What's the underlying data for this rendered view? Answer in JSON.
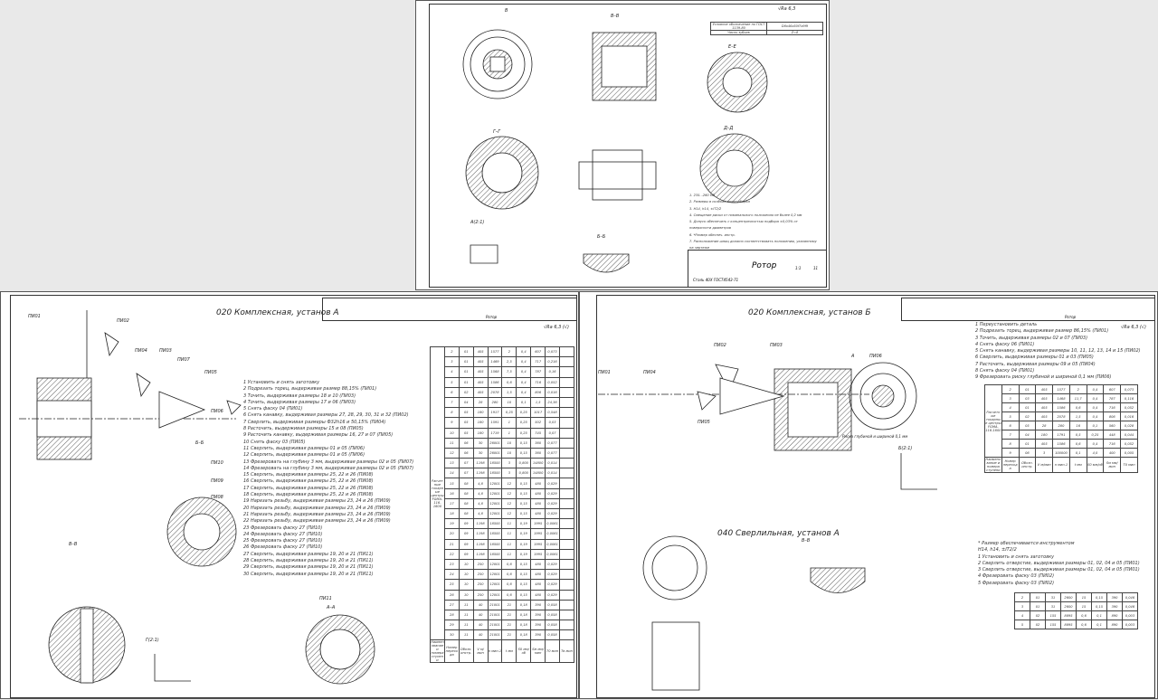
{
  "top_sheet": {
    "title": "Ротор",
    "material": "Сталь 40Х ГОСТ4543-71",
    "sheet_info": [
      "1:1",
      "11"
    ],
    "roughness": "√Ra 6,3",
    "param_table": [
      [
        "Условное обозначение по ГОСТ 1139-80",
        "D8x46x50f7x9f9"
      ],
      [
        "Число зубьев",
        "Z=8"
      ]
    ],
    "sections": [
      "В",
      "В–В",
      "Е–Е",
      "Г–Г",
      "Д–Д",
      "А(2:1)",
      "Б–Б"
    ],
    "notes": [
      "1. 235...260 НВ",
      "2. Размеры в скобках после сборки",
      "3. Н14, h14, ±IT2/2",
      "4. Смещение риски от номинального положения не более 0,2 мм",
      "5. Допуск обеспечить с концентричностью подбора ±0,03% от",
      "поверхности диаметров",
      "6. *Размер обеспеч. инстр.",
      "7. Расположение шпиц должно соответствовать положению, указанному",
      "на чертеже"
    ]
  },
  "left_sheet": {
    "title": "020 Комплексная, установ А",
    "stamp_name": "Ротор",
    "roughness": "√Ra 6,3 (√)",
    "sections": [
      "Б–Б",
      "В–В",
      "Г(2:1)",
      "А–А"
    ],
    "tool_labels": [
      "ПИ01",
      "ПИ02",
      "ПИ03",
      "ПИ04",
      "ПИ05",
      "ПИ06",
      "ПИ07",
      "ПИ08",
      "ПИ09",
      "ПИ10",
      "ПИ11"
    ],
    "operations": [
      "1 Установить и снять заготовку",
      "2 Подрезать торец, выдерживая размер 88,15% (ПИ01)",
      "3 Точить, выдерживая размеры 18 и 10 (ПИ03)",
      "4 Точить, выдерживая размеры 17 и 06 (ПИ03)",
      "5 Снять фаску 04 (ПИ01)",
      "6 Снять канавку, выдерживая размеры 27, 28, 29, 30, 31 и 32 (ПИ02)",
      "7 Сверлить, выдерживая размеры Ф32h16 и 50,15% (ПИ04)",
      "8 Расточить, выдерживая размеры 15 и 08 (ПИ05)",
      "9 Расточить канавку, выдерживая размеры 16, 27 и 07 (ПИ05)",
      "10 Снять фаску 03 (ПИ05)",
      "11 Сверлить, выдерживая размеры 01 и 05 (ПИ06)",
      "12 Сверлить, выдерживая размеры 01 и 05 (ПИ06)",
      "13 Фрезеровать на глубину 3 мм, выдерживая размеры 02 и 05 (ПИ07)",
      "14 Фрезеровать на глубину 3 мм, выдерживая размеры 02 и 05 (ПИ07)",
      "15 Сверлить, выдерживая размеры 25, 22 и 26 (ПИ08)",
      "16 Сверлить, выдерживая размеры 25, 22 и 26 (ПИ08)",
      "17 Сверлить, выдерживая размеры 25, 22 и 26 (ПИ08)",
      "18 Сверлить, выдерживая размеры 25, 22 и 26 (ПИ08)",
      "19 Нарезать резьбу, выдерживая размеры 23, 24 и 26 (ПИ09)",
      "20 Нарезать резьбу, выдерживая размеры 23, 24 и 26 (ПИ09)",
      "21 Нарезать резьбу, выдерживая размеры 23, 24 и 26 (ПИ09)",
      "22 Нарезать резьбу, выдерживая размеры 23, 24 и 26 (ПИ09)",
      "23 Фрезеровать фаску 27 (ПИ10)",
      "24 Фрезеровать фаску 27 (ПИ10)",
      "25 Фрезеровать фаску 27 (ПИ10)",
      "26 Фрезеровать фаску 27 (ПИ10)",
      "27 Сверлить, выдерживая размеры 19, 20 и 21 (ПИ11)",
      "28 Сверлить, выдерживая размеры 19, 20 и 21 (ПИ11)",
      "29 Сверлить, выдерживая размеры 19, 20 и 21 (ПИ11)",
      "30 Сверлить, выдерживая размеры 19, 20 и 21 (ПИ11)"
    ],
    "table_side_label": "Расчетные токарные центры FGMA-116-1600",
    "table_footer": [
      "Наименование и номера ступени",
      "Номер перехода",
      "Обозн. инстр.",
      "V м/мин",
      "n мин-1",
      "t мм",
      "S0 мм/об",
      "Sм мм/мин",
      "T0 мин",
      "Tв мин"
    ],
    "table_rows": [
      [
        "2",
        "01",
        "405",
        "1577",
        "2",
        "0,4",
        "607",
        "0,073"
      ],
      [
        "3",
        "01",
        "405",
        "1469",
        "2,5",
        "0,4",
        "717",
        "0,216"
      ],
      [
        "4",
        "01",
        "405",
        "1568",
        "7,5",
        "0,4",
        "787",
        "0,16"
      ],
      [
        "5",
        "01",
        "405",
        "1586",
        "0,6",
        "0,4",
        "716",
        "0,052"
      ],
      [
        "6",
        "02",
        "405",
        "2078",
        "1,5",
        "0,4",
        "806",
        "0,016"
      ],
      [
        "7",
        "04",
        "28",
        "280",
        "10",
        "0,1",
        "1,5",
        "24,36"
      ],
      [
        "8",
        "05",
        "180",
        "1917",
        "0,25",
        "0,25",
        "1017",
        "0,548"
      ],
      [
        "9",
        "05",
        "180",
        "1591",
        "1",
        "0,25",
        "502",
        "0,03"
      ],
      [
        "10",
        "05",
        "180",
        "1719",
        "1",
        "0,25",
        "745",
        "0,07"
      ],
      [
        "11",
        "06",
        "30",
        "26001",
        "10",
        "0,15",
        "360",
        "0,077"
      ],
      [
        "12",
        "06",
        "30",
        "26001",
        "10",
        "0,15",
        "360",
        "0,077"
      ],
      [
        "13",
        "07",
        "1198",
        "18500",
        "3",
        "0,800",
        "14800",
        "0,014"
      ],
      [
        "14",
        "07",
        "1198",
        "18500",
        "3",
        "0,800",
        "14800",
        "0,014"
      ],
      [
        "15",
        "08",
        "4,8",
        "12001",
        "12",
        "0,15",
        "480",
        "0,029"
      ],
      [
        "16",
        "08",
        "4,8",
        "12001",
        "12",
        "0,15",
        "480",
        "0,029"
      ],
      [
        "17",
        "08",
        "4,8",
        "12001",
        "12",
        "0,15",
        "480",
        "0,029"
      ],
      [
        "18",
        "08",
        "4,8",
        "12001",
        "12",
        "0,15",
        "480",
        "0,029"
      ],
      [
        "19",
        "09",
        "1198",
        "18500",
        "11",
        "0,19",
        "1995",
        "0,0061"
      ],
      [
        "20",
        "09",
        "1198",
        "18500",
        "11",
        "0,19",
        "1995",
        "0,0061"
      ],
      [
        "21",
        "09",
        "1198",
        "18500",
        "11",
        "0,19",
        "1995",
        "0,0061"
      ],
      [
        "22",
        "09",
        "1198",
        "18500",
        "11",
        "0,19",
        "1995",
        "0,0061"
      ],
      [
        "23",
        "10",
        "250",
        "12001",
        "0,6",
        "0,15",
        "480",
        "0,029"
      ],
      [
        "24",
        "10",
        "250",
        "12001",
        "0,6",
        "0,15",
        "480",
        "0,029"
      ],
      [
        "25",
        "10",
        "250",
        "12001",
        "0,6",
        "0,15",
        "480",
        "0,029"
      ],
      [
        "26",
        "10",
        "250",
        "12001",
        "0,6",
        "0,15",
        "480",
        "0,029"
      ],
      [
        "27",
        "11",
        "40",
        "21001",
        "21",
        "0,18",
        "390",
        "0,058"
      ],
      [
        "28",
        "11",
        "40",
        "21001",
        "21",
        "0,18",
        "390",
        "0,058"
      ],
      [
        "29",
        "11",
        "40",
        "21001",
        "21",
        "0,18",
        "390",
        "0,058"
      ],
      [
        "30",
        "11",
        "40",
        "21001",
        "21",
        "0,18",
        "390",
        "0,058"
      ]
    ]
  },
  "right_sheet": {
    "title": "020 Комплексная, установ Б",
    "title2": "040 Сверлильная, установ А",
    "stamp_name": "Ротор",
    "roughness": "√Ra 6,3 (√)",
    "sections": [
      "А",
      "Б(2:1)",
      "В–В"
    ],
    "tool_labels": [
      "ПИ01",
      "ПИ02",
      "ПИ03",
      "ПИ04",
      "ПИ05",
      "ПИ06"
    ],
    "note_risk": "Риска глубиной и шириной 0,1 мм",
    "operations": [
      "1 Переустановить деталь",
      "2 Подрезать торец, выдерживая размер 86,15% (ПИ01)",
      "3 Точить, выдерживая размеры 02 и 07 (ПИ03)",
      "4 Снять фаску 06 (ПИ01)",
      "5 Снять канавку, выдерживая размеры 10, 11, 12, 13, 14 и 15 (ПИ02)",
      "6 Сверлить, выдерживая размеры 01 и 03 (ПИ05)",
      "7 Расточить, выдерживая размеры 09 и 05 (ПИ04)",
      "8 Снять фаску 04 (ПИ01)",
      "9 Фрезеровать риску глубиной и шириной 0,1 мм (ПИ06)"
    ],
    "operations2": [
      "* Размер обеспечивается инструментом",
      "Н14, h14, ±IT2/2",
      "1 Установить и снять заготовку",
      "2 Сверлить отверстие, выдерживая размеры 01, 02, 04 и 05 (ПИ01)",
      "3 Сверлить отверстие, выдерживая размеры 01, 02, 04 и 05 (ПИ01)",
      "4 Фрезеровать фаску 03 (ПИ02)",
      "5 Фрезеровать фаску 03 (ПИ02)"
    ],
    "table_side_label": "Расчетные токарные центры FGMA-116-1600",
    "table_footer": [
      "Наименование и номера ступени",
      "Номер перехода",
      "Обозн. инстр.",
      "V м/мин",
      "n мин-1",
      "t мм",
      "S0 мм/об",
      "Sм мм/мин",
      "T0 мин"
    ],
    "table_rows": [
      [
        "2",
        "01",
        "405",
        "1577",
        "2",
        "0,4",
        "607",
        "0,073"
      ],
      [
        "3",
        "03",
        "405",
        "1468",
        "11,7",
        "0,4",
        "787",
        "0,116"
      ],
      [
        "4",
        "01",
        "405",
        "1586",
        "0,6",
        "0,4",
        "716",
        "0,052"
      ],
      [
        "5",
        "02",
        "405",
        "2078",
        "1,5",
        "0,4",
        "806",
        "0,016"
      ],
      [
        "6",
        "05",
        "28",
        "280",
        "16",
        "0,1",
        "560",
        "0,028"
      ],
      [
        "7",
        "04",
        "180",
        "1791",
        "0,5",
        "0,25",
        "448",
        "0,044"
      ],
      [
        "8",
        "01",
        "405",
        "1586",
        "0,6",
        "0,4",
        "716",
        "0,052"
      ],
      [
        "9",
        "06",
        "3",
        "100000",
        "0,1",
        "4,0",
        "400",
        "0,005"
      ]
    ],
    "table2_rows": [
      [
        "2",
        "01",
        "31",
        "2600",
        "15",
        "0,15",
        "390",
        "0,046"
      ],
      [
        "3",
        "01",
        "31",
        "2600",
        "15",
        "0,15",
        "390",
        "0,046"
      ],
      [
        "4",
        "02",
        "155",
        "8895",
        "0,6",
        "0,1",
        "890",
        "0,003"
      ],
      [
        "5",
        "02",
        "155",
        "8895",
        "0,6",
        "0,1",
        "890",
        "0,003"
      ]
    ]
  }
}
